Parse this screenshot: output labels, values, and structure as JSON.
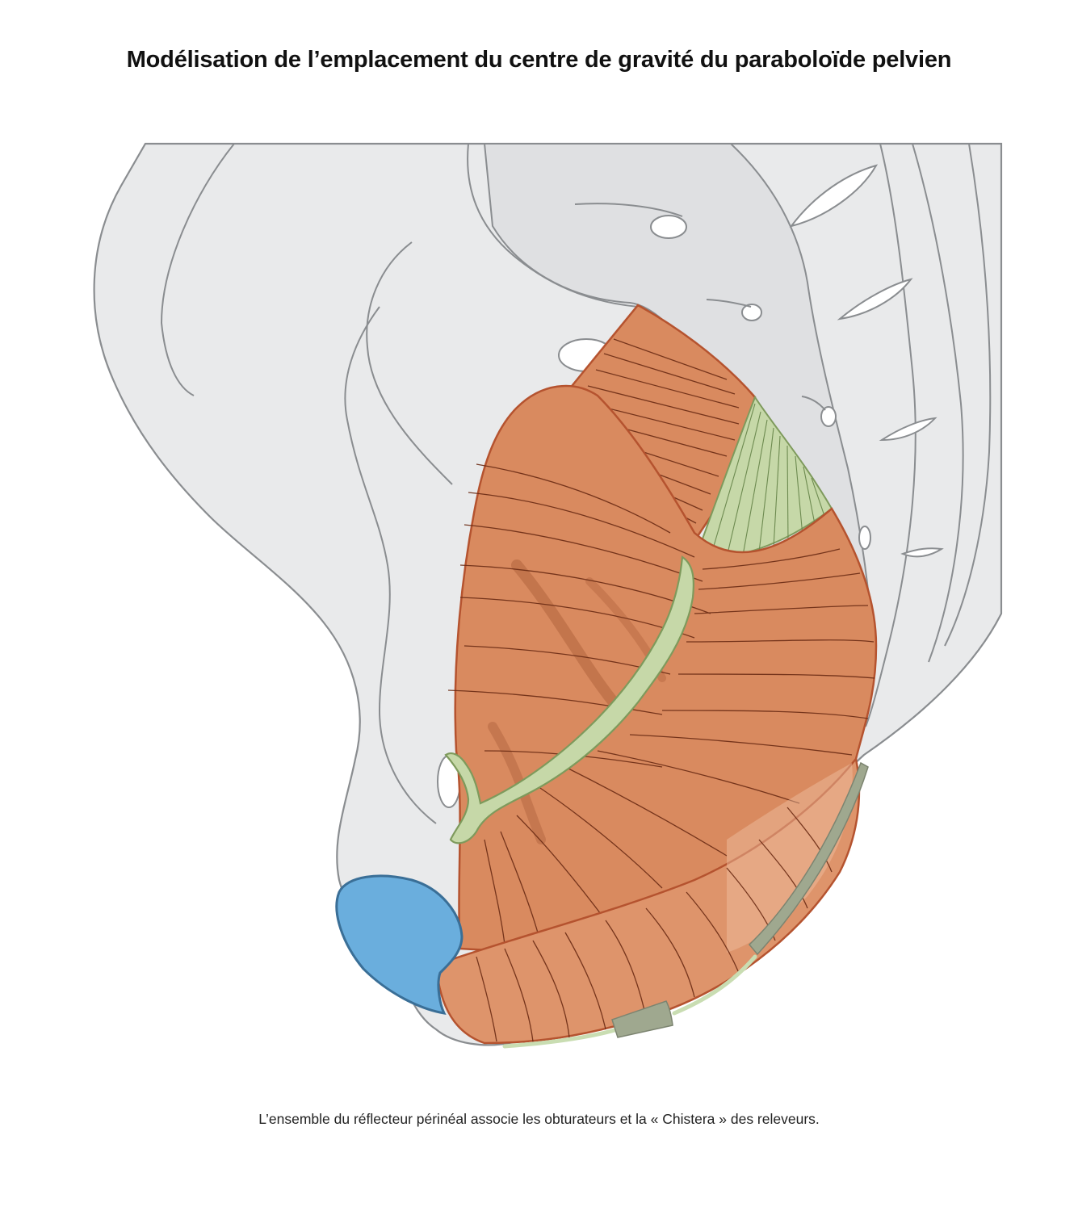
{
  "title": "Modélisation de l’emplacement du centre de gravité du paraboloïde pelvien",
  "caption": "L’ensemble du réflecteur périnéal associe les obturateurs et la « Chistera » des releveurs.",
  "colors": {
    "background": "#ffffff",
    "body_fill": "#e9eaeb",
    "outline": "#8a8d90",
    "muscle": "#d98a5f",
    "muscle_outline": "#b5532f",
    "muscle_lines": "#6b2b14",
    "ligament": "#c6d8a8",
    "ligament_outline": "#7e9a5c",
    "blue_body": "#6aaedd",
    "blue_outline": "#3a6f97",
    "rim_dark": "#9fa88f",
    "rim_light": "#c9ddb2"
  },
  "icons": [
    "pelvic-floor-illustration"
  ]
}
